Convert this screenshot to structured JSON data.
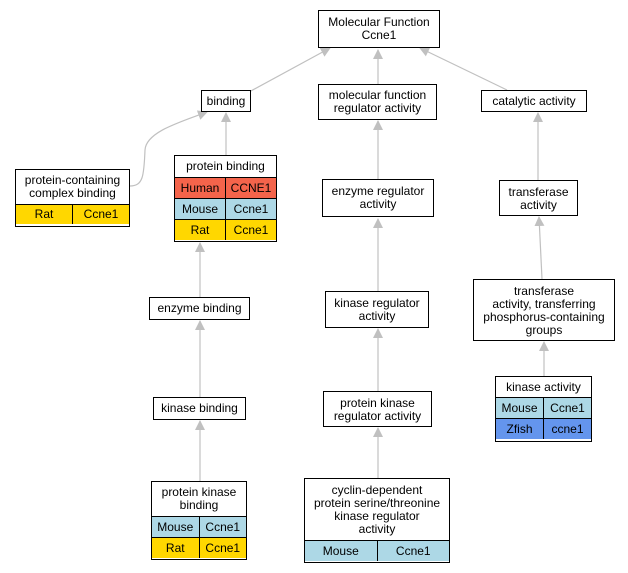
{
  "colors": {
    "Human": "#f4644b",
    "Mouse": "#add8e6",
    "Rat": "#ffd700",
    "Zfish": "#6495ed",
    "edge": "#c0c0c0"
  },
  "nodes": {
    "root": {
      "label": "Molecular Function\nCcne1",
      "rows": []
    },
    "binding": {
      "label": "binding",
      "rows": []
    },
    "mf_regulator": {
      "label": "molecular function\nregulator activity",
      "rows": []
    },
    "catalytic": {
      "label": "catalytic activity",
      "rows": []
    },
    "complex_binding": {
      "label": "protein-containing\ncomplex binding",
      "rows": [
        {
          "species": "Rat",
          "gene": "Ccne1"
        }
      ]
    },
    "protein_binding": {
      "label": "protein binding",
      "rows": [
        {
          "species": "Human",
          "gene": "CCNE1"
        },
        {
          "species": "Mouse",
          "gene": "Ccne1"
        },
        {
          "species": "Rat",
          "gene": "Ccne1"
        }
      ]
    },
    "enzyme_regulator": {
      "label": "enzyme regulator\nactivity",
      "rows": []
    },
    "transferase": {
      "label": "transferase\nactivity",
      "rows": []
    },
    "enzyme_binding": {
      "label": "enzyme binding",
      "rows": []
    },
    "kinase_regulator": {
      "label": "kinase regulator\nactivity",
      "rows": []
    },
    "transferase_phospho": {
      "label": "transferase\nactivity, transferring\nphosphorus-containing\ngroups",
      "rows": []
    },
    "kinase_activity": {
      "label": "kinase activity",
      "rows": [
        {
          "species": "Mouse",
          "gene": "Ccne1"
        },
        {
          "species": "Zfish",
          "gene": "ccne1"
        }
      ]
    },
    "kinase_binding": {
      "label": "kinase binding",
      "rows": []
    },
    "protein_kinase_regulator": {
      "label": "protein kinase\nregulator activity",
      "rows": []
    },
    "protein_kinase_binding": {
      "label": "protein kinase\nbinding",
      "rows": [
        {
          "species": "Mouse",
          "gene": "Ccne1"
        },
        {
          "species": "Rat",
          "gene": "Ccne1"
        }
      ]
    },
    "cdk_regulator": {
      "label": "cyclin-dependent\nprotein serine/threonine\nkinase regulator\nactivity",
      "rows": [
        {
          "species": "Mouse",
          "gene": "Ccne1"
        }
      ]
    }
  }
}
